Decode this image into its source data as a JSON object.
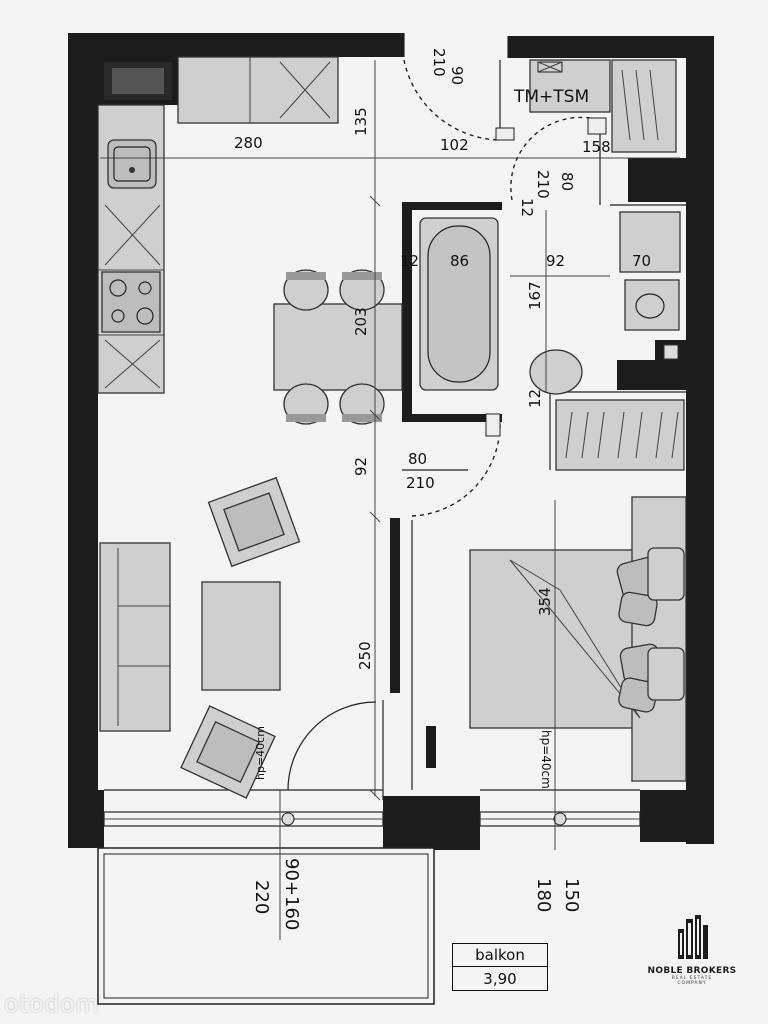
{
  "plan": {
    "dimensions": {
      "d280": "280",
      "d135": "135",
      "d90": "90",
      "d210_top": "210",
      "d102": "102",
      "d158": "158",
      "d80_right": "80",
      "d210_right": "210",
      "d12_a": "12",
      "d12_b": "12",
      "d86": "86",
      "d92_h": "92",
      "d70": "70",
      "d203": "203",
      "d167": "167",
      "d12_c": "12",
      "d80_door": "80",
      "d210_door": "210",
      "d92_v": "92",
      "d354": "354",
      "d250": "250",
      "d_hp40_left": "hp=40cm",
      "d_hp40_right": "hp=40cm",
      "d90160": "90+160",
      "d220": "220",
      "d150": "150",
      "d180": "180"
    },
    "labels": {
      "tm_tsm": "TM+TSM"
    }
  },
  "balkon": {
    "label": "balkon",
    "area": "3,90"
  },
  "brand": {
    "name": "NOBLE BROKERS",
    "sub": "REAL ESTATE",
    "sub2": "COMPANY"
  },
  "watermark": "otodom"
}
